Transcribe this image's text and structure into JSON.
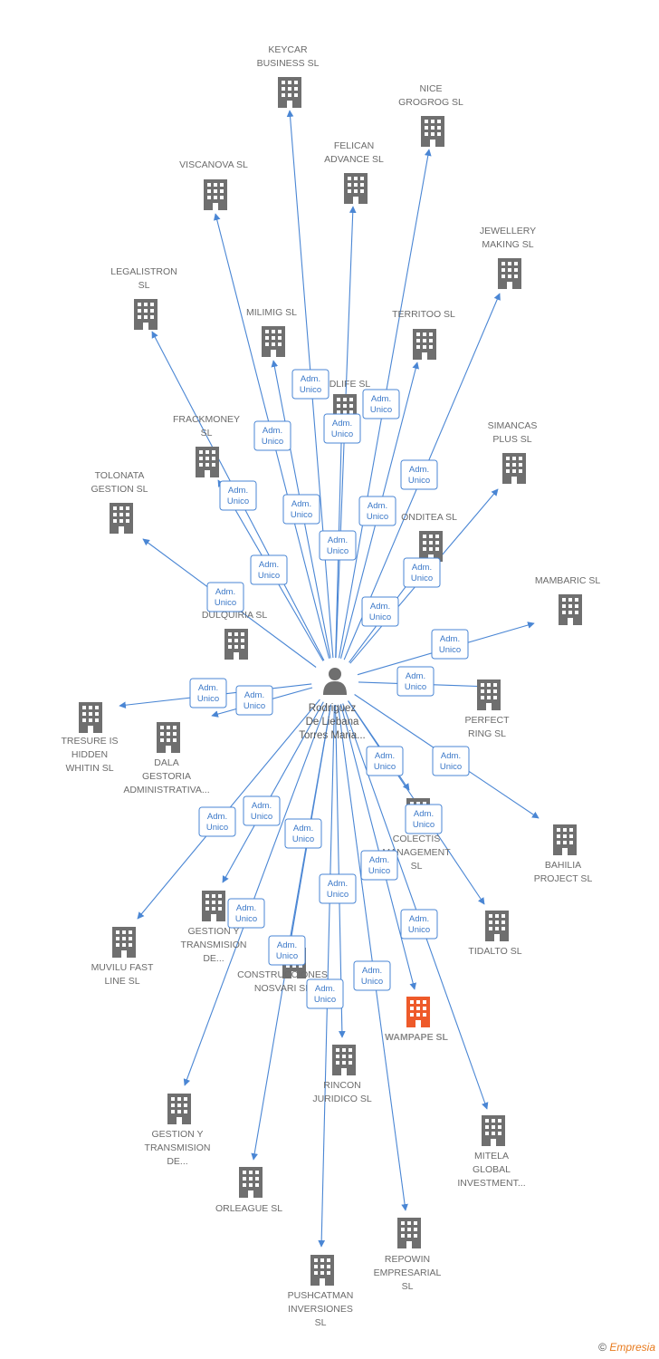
{
  "person": {
    "lines": [
      "Rodriguez",
      "De Liebana",
      "Torres Maria..."
    ]
  },
  "role_label": [
    "Adm.",
    "Unico"
  ],
  "companies": [
    {
      "id": "keycar",
      "lines": [
        "KEYCAR",
        "BUSINESS  SL"
      ],
      "highlight": false
    },
    {
      "id": "nice",
      "lines": [
        "NICE",
        "GROGROG  SL"
      ],
      "highlight": false
    },
    {
      "id": "felican",
      "lines": [
        "FELICAN",
        "ADVANCE  SL"
      ],
      "highlight": false
    },
    {
      "id": "viscanova",
      "lines": [
        "VISCANOVA  SL"
      ],
      "highlight": false
    },
    {
      "id": "jewellery",
      "lines": [
        "JEWELLERY",
        "MAKING  SL"
      ],
      "highlight": false
    },
    {
      "id": "legalistron",
      "lines": [
        "LEGALISTRON",
        "SL"
      ],
      "highlight": false
    },
    {
      "id": "milimig",
      "lines": [
        "MILIMIG  SL"
      ],
      "highlight": false
    },
    {
      "id": "territoo",
      "lines": [
        "TERRITOO  SL"
      ],
      "highlight": false
    },
    {
      "id": "idlife",
      "lines": [
        "IDLIFE  SL"
      ],
      "highlight": false
    },
    {
      "id": "frackmoney",
      "lines": [
        "FRACKMONEY",
        "SL"
      ],
      "highlight": false
    },
    {
      "id": "simancas",
      "lines": [
        "SIMANCAS",
        "PLUS  SL"
      ],
      "highlight": false
    },
    {
      "id": "tolonata",
      "lines": [
        "TOLONATA",
        "GESTION  SL"
      ],
      "highlight": false
    },
    {
      "id": "onditea",
      "lines": [
        "ONDITEA  SL"
      ],
      "highlight": false
    },
    {
      "id": "mambaric",
      "lines": [
        "MAMBARIC  SL"
      ],
      "highlight": false
    },
    {
      "id": "dulquiria",
      "lines": [
        "DULQUIRIA  SL"
      ],
      "highlight": false
    },
    {
      "id": "perfect",
      "lines": [
        "PERFECT",
        "RING  SL"
      ],
      "highlight": false
    },
    {
      "id": "tresure",
      "lines": [
        "TRESURE IS",
        "HIDDEN",
        "WHITIN  SL"
      ],
      "highlight": false
    },
    {
      "id": "dala",
      "lines": [
        "DALA",
        "GESTORIA",
        "ADMINISTRATIVA..."
      ],
      "highlight": false
    },
    {
      "id": "colectis",
      "lines": [
        "COLECTIS",
        "MANAGEMENT",
        "SL"
      ],
      "highlight": false
    },
    {
      "id": "bahilia",
      "lines": [
        "BAHILIA",
        "PROJECT  SL"
      ],
      "highlight": false
    },
    {
      "id": "gestion1",
      "lines": [
        "GESTION Y",
        "TRANSMISION",
        "DE..."
      ],
      "highlight": false
    },
    {
      "id": "tidalto",
      "lines": [
        "TIDALTO  SL"
      ],
      "highlight": false
    },
    {
      "id": "muvilu",
      "lines": [
        "MUVILU FAST",
        "LINE  SL"
      ],
      "highlight": false
    },
    {
      "id": "construcciones",
      "lines": [
        "CONSTRUCCIONES",
        "NOSVARI SL"
      ],
      "highlight": false
    },
    {
      "id": "wampape",
      "lines": [
        "WAMPAPE  SL"
      ],
      "highlight": true
    },
    {
      "id": "rincon",
      "lines": [
        "RINCON",
        "JURIDICO SL"
      ],
      "highlight": false
    },
    {
      "id": "gestion2",
      "lines": [
        "GESTION Y",
        "TRANSMISION",
        "DE..."
      ],
      "highlight": false
    },
    {
      "id": "mitela",
      "lines": [
        "MITELA",
        "GLOBAL",
        "INVESTMENT..."
      ],
      "highlight": false
    },
    {
      "id": "orleague",
      "lines": [
        "ORLEAGUE  SL"
      ],
      "highlight": false
    },
    {
      "id": "repowin",
      "lines": [
        "REPOWIN",
        "EMPRESARIAL",
        "SL"
      ],
      "highlight": false
    },
    {
      "id": "pushcatman",
      "lines": [
        "PUSHCATMAN",
        "INVERSIONES",
        "SL"
      ],
      "highlight": false
    }
  ],
  "colors": {
    "edge": "#4a86d4",
    "building": "#6f6f6f",
    "building_highlight": "#ee5a2a",
    "person": "#6f6f6f"
  },
  "footer": {
    "copyright": "©",
    "brand": "Empresia"
  }
}
